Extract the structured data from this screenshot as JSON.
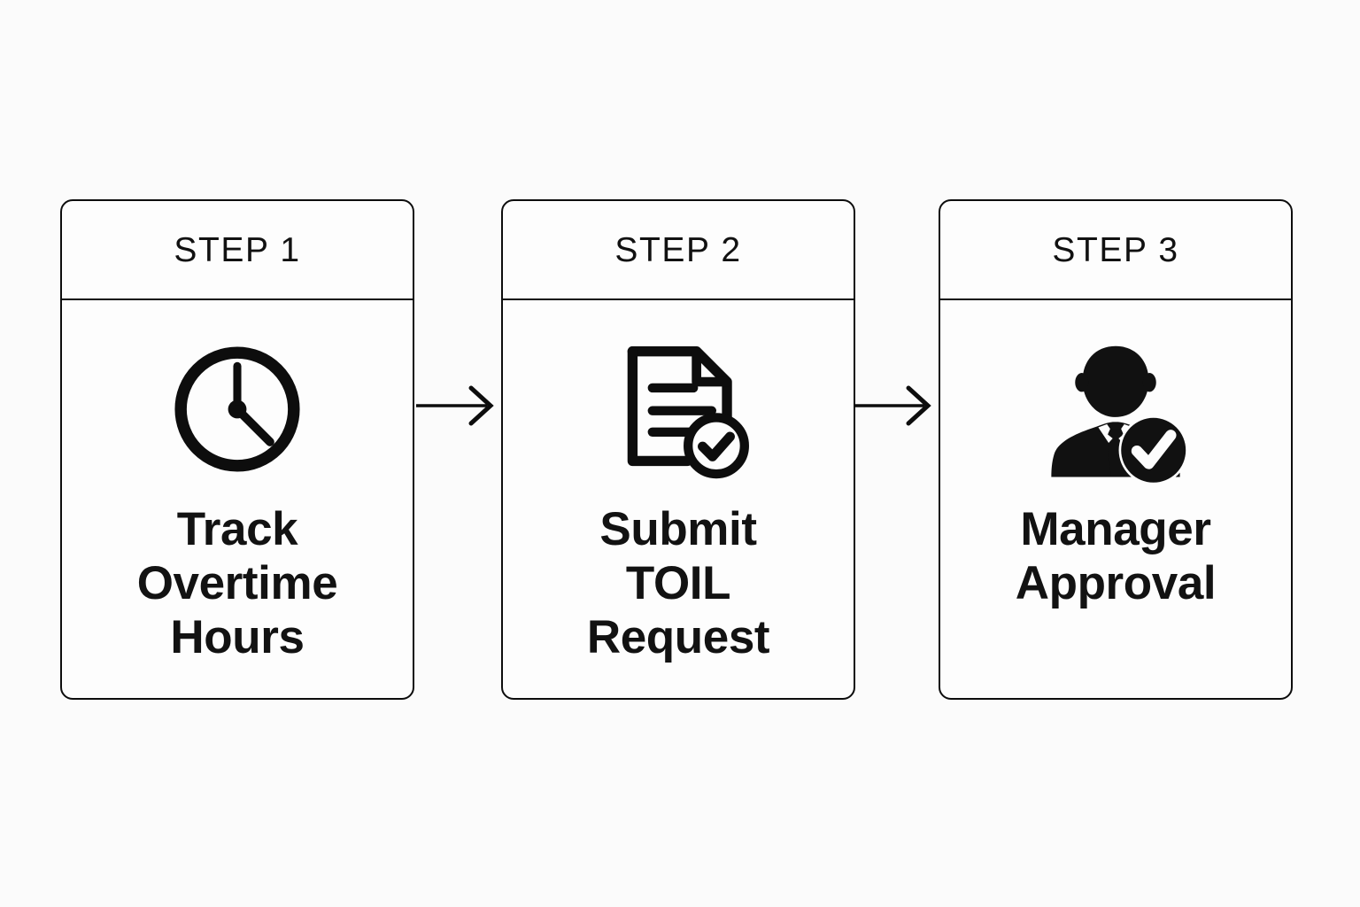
{
  "diagram": {
    "type": "process-flow",
    "orientation": "horizontal",
    "background_color": "#fbfbfb",
    "stroke_color": "#0d0d0d",
    "card_fill_color": "#fdfdfd",
    "text_color": "#121212",
    "step_count": 3
  },
  "steps": [
    {
      "header": "STEP 1",
      "caption": "Track\nOvertime\nHours",
      "caption_lines": [
        "Track",
        "Overtime",
        "Hours"
      ],
      "icon": "clock-icon",
      "icon_description": "outlined clock face with hands at roughly 12 and 4"
    },
    {
      "header": "STEP 2",
      "caption": "Submit\nTOIL\nRequest",
      "caption_lines": [
        "Submit",
        "TOIL",
        "Request"
      ],
      "icon": "document-check-icon",
      "icon_description": "document with folded corner, three text lines and a check-circle badge"
    },
    {
      "header": "STEP 3",
      "caption": "Manager\nApproval",
      "caption_lines": [
        "Manager",
        "Approval"
      ],
      "icon": "user-approved-icon",
      "icon_description": "solid silhouette of a person in a suit and tie with a filled check-circle badge"
    }
  ],
  "connectors": [
    {
      "name": "arrow-step1-to-step2",
      "icon": "arrow-right-icon"
    },
    {
      "name": "arrow-step2-to-step3",
      "icon": "arrow-right-icon"
    }
  ]
}
